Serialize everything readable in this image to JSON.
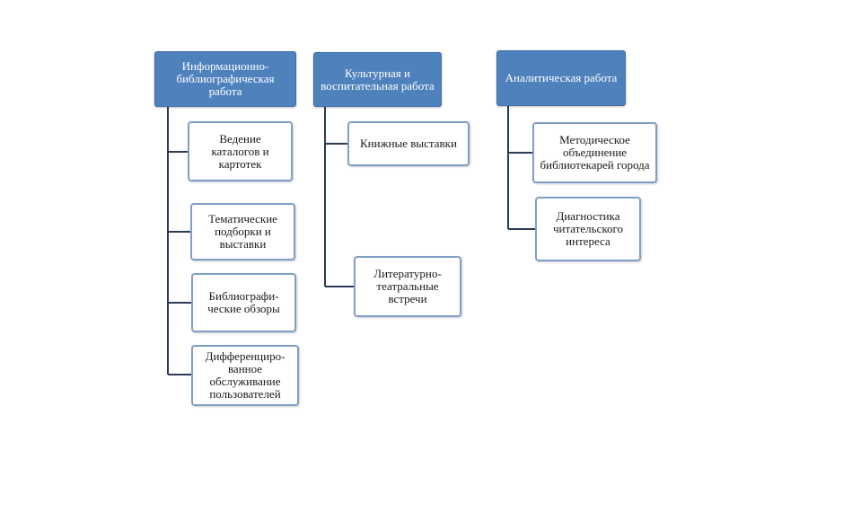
{
  "columns": [
    {
      "header": "Информационно-библиографическая работа",
      "items": [
        "Ведение каталогов и картотек",
        "Тематические подборки и выставки",
        "Библиографи-ческие обзоры",
        "Дифференциро-ванное обслуживание пользователей"
      ]
    },
    {
      "header": "Культурная и воспитательная работа",
      "items": [
        "Книжные выставки",
        "Литературно-театральные встречи"
      ]
    },
    {
      "header": "Аналитическая работа",
      "items": [
        "Методическое объединение библиотекарей города",
        "Диагностика читательского интереса"
      ]
    }
  ]
}
